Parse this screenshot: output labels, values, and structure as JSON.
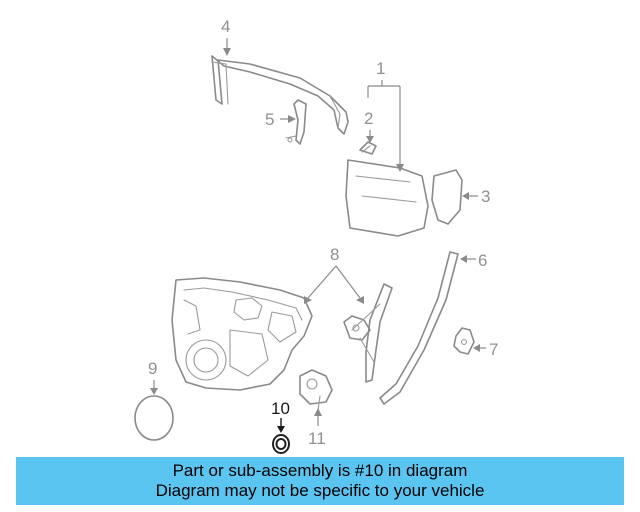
{
  "callouts": {
    "c1": "1",
    "c2": "2",
    "c3": "3",
    "c4": "4",
    "c5": "5",
    "c6": "6",
    "c7": "7",
    "c8": "8",
    "c9": "9",
    "c10": "10",
    "c11": "11"
  },
  "highlighted_part": "10",
  "banner": {
    "line1": "Part or sub-assembly is #10 in diagram",
    "line2": "Diagram may not be specific to your vehicle",
    "background_color": "#5bc5f2"
  }
}
